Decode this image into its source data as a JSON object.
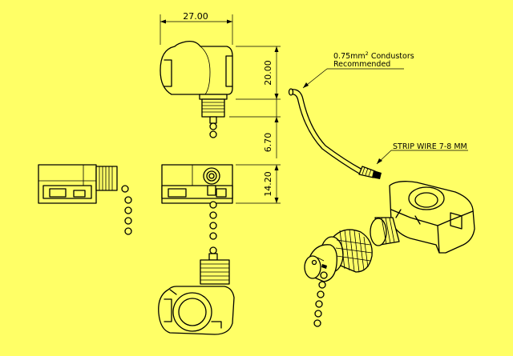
{
  "background_color": "#FFFF66",
  "line_color": "#000000",
  "dimensions": {
    "width": "27.00",
    "height": "20.00",
    "stem": "6.70",
    "depth": "14.20"
  },
  "annotations": {
    "conductors_line1": "0.75mm",
    "conductors_sup": "2",
    "conductors_line1_rest": " Condustors",
    "conductors_line2": "Recommended",
    "strip_wire": "STRIP WIRE 7-8 MM"
  }
}
